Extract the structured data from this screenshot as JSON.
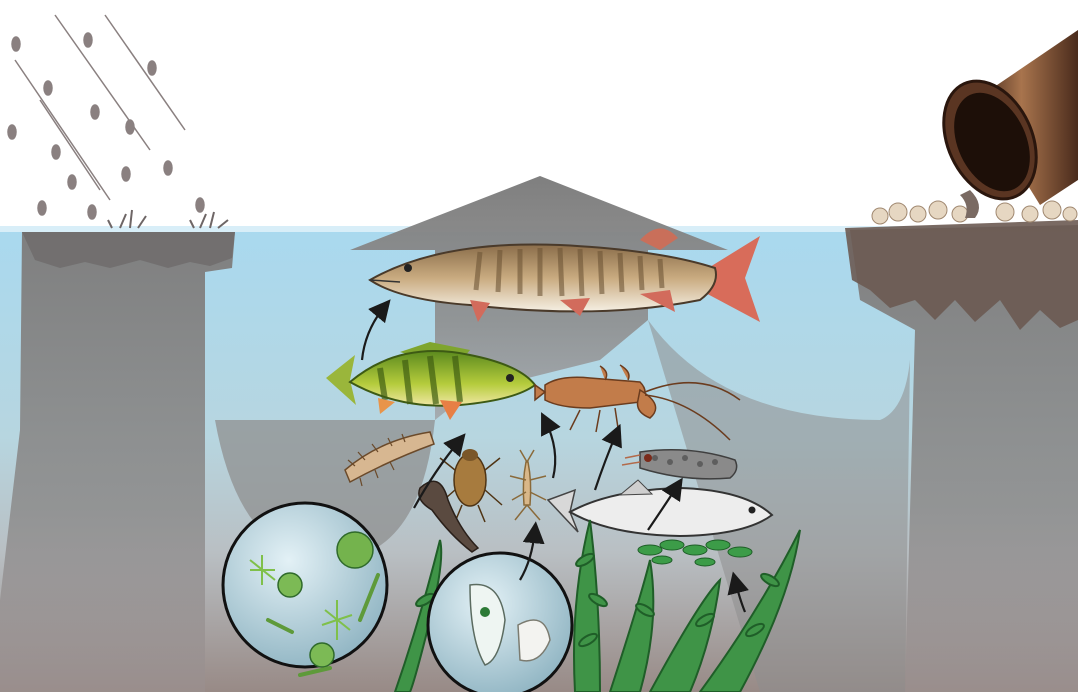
{
  "diagram": {
    "type": "aquatic-food-web",
    "labels": [],
    "sources": [
      {
        "name": "rain-runoff",
        "icon": "rain-drops-icon"
      },
      {
        "name": "outflow-pipe",
        "icon": "pipe-discharge-icon"
      }
    ],
    "organisms": [
      {
        "name": "pike",
        "icon": "pike-icon"
      },
      {
        "name": "perch",
        "icon": "perch-icon"
      },
      {
        "name": "crayfish",
        "icon": "crayfish-icon"
      },
      {
        "name": "whitefish",
        "icon": "whitefish-icon"
      },
      {
        "name": "caddisfly-larva",
        "icon": "caddisfly-larva-icon"
      },
      {
        "name": "dragonfly-larva",
        "icon": "dragonfly-larva-icon"
      },
      {
        "name": "water-beetle",
        "icon": "water-beetle-icon"
      },
      {
        "name": "mayfly-nymph",
        "icon": "mayfly-nymph-icon"
      },
      {
        "name": "tadpole",
        "icon": "tadpole-icon"
      },
      {
        "name": "phytoplankton",
        "icon": "algae-magnifier-icon"
      },
      {
        "name": "zooplankton",
        "icon": "daphnia-magnifier-icon"
      },
      {
        "name": "aquatic-plants",
        "icon": "waterweed-icon"
      },
      {
        "name": "duckweed",
        "icon": "duckweed-icon"
      }
    ],
    "links": [
      {
        "from": "perch",
        "to": "pike"
      },
      {
        "from": "water-beetle",
        "to": "perch"
      },
      {
        "from": "mayfly-nymph",
        "to": "crayfish"
      },
      {
        "from": "phytoplankton",
        "to": "water-beetle"
      },
      {
        "from": "zooplankton",
        "to": "mayfly-nymph"
      },
      {
        "from": "aquatic-plants",
        "to": "caddisfly-larva"
      },
      {
        "from": "whitefish",
        "to": "caddisfly-larva"
      },
      {
        "from": "aquatic-plants",
        "to": "whitefish"
      },
      {
        "from": "aquatic-plants",
        "to": "duckweed"
      },
      {
        "from": "whitefish",
        "to": "crayfish"
      }
    ],
    "colors": {
      "water_top": "#a9d9ef",
      "water_bottom": "#9a8c88",
      "plume": "#8f8f8f",
      "plant": "#2f8a3a",
      "arrow": "#1a1a1a"
    }
  }
}
